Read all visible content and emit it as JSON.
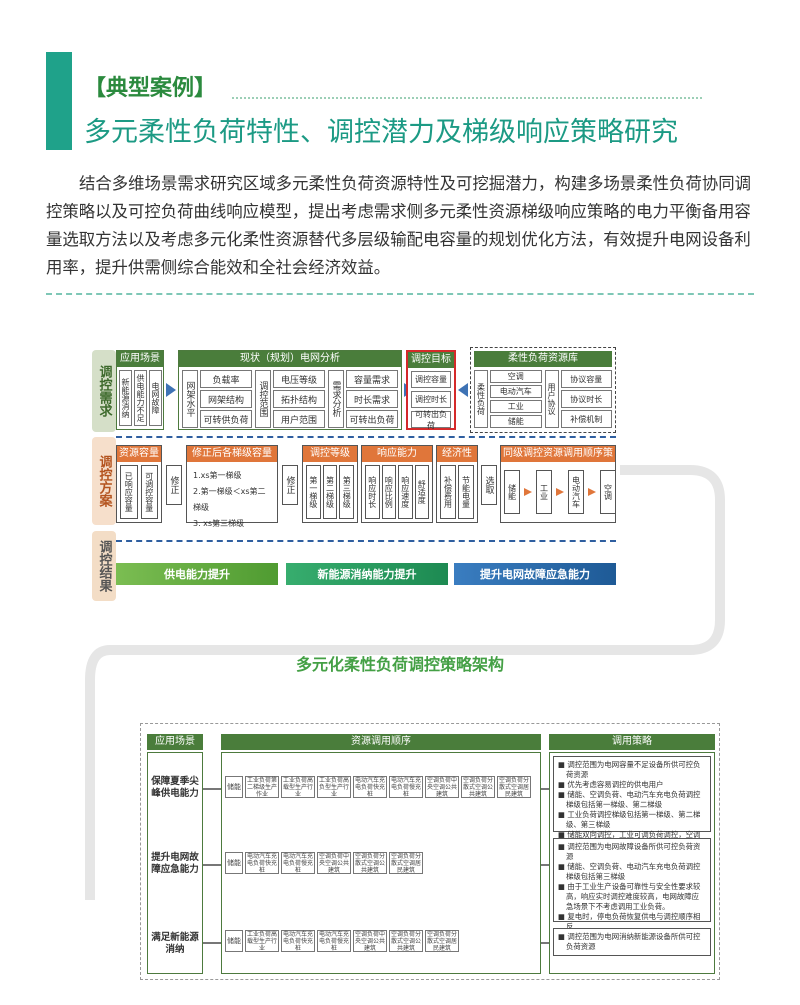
{
  "header": {
    "tag": "【典型案例】",
    "title": "多元柔性负荷特性、调控潜力及梯级响应策略研究"
  },
  "intro": "结合多维场景需求研究区域多元柔性负荷资源特性及可挖掘潜力，构建多场景柔性负荷协同调控策略以及可控负荷曲线响应模型，提出考虑需求侧多元柔性资源梯级响应策略的电力平衡备用容量选取方法以及考虑多元化柔性资源替代多层级输配电容量的规划优化方法，有效提升电网设备利用率，提升供需侧综合能效和全社会经济效益。",
  "diagram1": {
    "caption": "多元化柔性负荷调控策略架构",
    "rows": [
      "调控需求",
      "调控方案",
      "调控结果"
    ],
    "app_scene": {
      "head": "应用场景",
      "items": [
        "新能源消纳",
        "供电能力不足",
        "电网故障"
      ]
    },
    "grid_analysis": {
      "head": "现状（规划）电网分析",
      "groups": [
        {
          "label": "网架水平",
          "items": [
            "负载率",
            "网架结构",
            "可转供负荷"
          ]
        },
        {
          "label": "调控范围",
          "items": [
            "电压等级",
            "拓扑结构",
            "用户范围"
          ]
        },
        {
          "label": "需求分析",
          "items": [
            "容量需求",
            "时长需求",
            "可转出负荷"
          ]
        }
      ]
    },
    "target": {
      "head": "调控目标",
      "items": [
        "调控容量",
        "调控时长",
        "可转出负荷"
      ]
    },
    "resource_pool": {
      "head": "柔性负荷资源库",
      "groups": [
        {
          "label": "柔性负荷",
          "items": [
            "空调",
            "电动汽车",
            "工业",
            "储能"
          ]
        },
        {
          "label": "用户协议",
          "items": [
            "协议容量",
            "协议时长",
            "补偿机制"
          ]
        }
      ]
    },
    "plan": {
      "capacity": {
        "head": "资源容量",
        "items": [
          "已响应容量",
          "可调控容量"
        ]
      },
      "correct1": "修正",
      "levels": {
        "head": "修正后各梯级容量",
        "items": [
          "1.xs第一梯级",
          "2.第一梯级＜xs第二梯级",
          "3. xs第三梯级"
        ]
      },
      "correct2": "修正",
      "grade": {
        "head": "调控等级",
        "items": [
          "第一梯级",
          "第二梯级",
          "第三梯级"
        ]
      },
      "response": {
        "head": "响应能力",
        "items": [
          "响应时长",
          "响应比例",
          "响应速度",
          "舒适度"
        ]
      },
      "economy": {
        "head": "经济性",
        "items": [
          "补偿费用",
          "节能电量"
        ]
      },
      "select": "选取",
      "order": {
        "head": "同级调控资源调用顺序策略",
        "items": [
          "储能",
          "工业",
          "电动汽车",
          "空调"
        ]
      }
    },
    "results": [
      "供电能力提升",
      "新能源消纳能力提升",
      "提升电网故障应急能力"
    ],
    "colors": {
      "result1": "#5aa83a",
      "result2": "#2e9f6a",
      "result3": "#2f6fae"
    }
  },
  "diagram2": {
    "heads": [
      "应用场景",
      "资源调用顺序",
      "调用策略"
    ],
    "rows": [
      {
        "scene": "保障夏季尖峰供电能力",
        "cells": [
          "储能",
          "工业负荷第二梯级生产作业",
          "工业负荷高载型生产行业",
          "工业负荷高负型生产行业",
          "电动汽车充电负荷快充桩",
          "电动汽车充电负荷慢充桩",
          "空调负荷中央空调公共建筑",
          "空调负荷分散式空调公共建筑",
          "空调负荷分散式空调居民建筑"
        ],
        "strategy": [
          "调控范围为电网容量不足设备所供可控负荷资源",
          "优先考虑容易调控的供电用户",
          "储能、空调负荷、电动汽车充电负荷调控梯级包括第一梯级、第二梯级",
          "工业负荷调控梯级包括第一梯级、第二梯级、第三梯级",
          "储能双向调控，工业可调负荷调控，空调轮停控制调控，充电桩有序充电调控"
        ]
      },
      {
        "scene": "提升电网故障应急能力",
        "cells": [
          "储能",
          "电动汽车充电负荷快充桩",
          "电动汽车充电负荷慢充桩",
          "空调负荷中央空调公共建筑",
          "空调负荷分散式空调公共建筑",
          "空调负荷分散式空调居民建筑"
        ],
        "strategy": [
          "调控范围为电网故障设备所供可控负荷资源",
          "储能、空调负荷、电动汽车充电负荷调控梯级包括第三梯级",
          "由于工业生产设备可靠性与安全性要求较高，响应实时调控难度较高，电网故障应急场景下不考虑调用工业负荷。",
          "复电时，停电负荷恢复供电与调控顺序相反"
        ]
      },
      {
        "scene": "满足新能源消纳",
        "cells": [
          "储能",
          "工业负荷高载型生产行业",
          "电动汽车充电负荷快充桩",
          "电动汽车充电负荷慢充桩",
          "空调负荷中央空调公共建筑",
          "空调负荷分散式空调公共建筑",
          "空调负荷分散式空调居民建筑"
        ],
        "strategy": [
          "调控范围为电网消纳新能源设备所供可控负荷资源"
        ]
      }
    ]
  }
}
